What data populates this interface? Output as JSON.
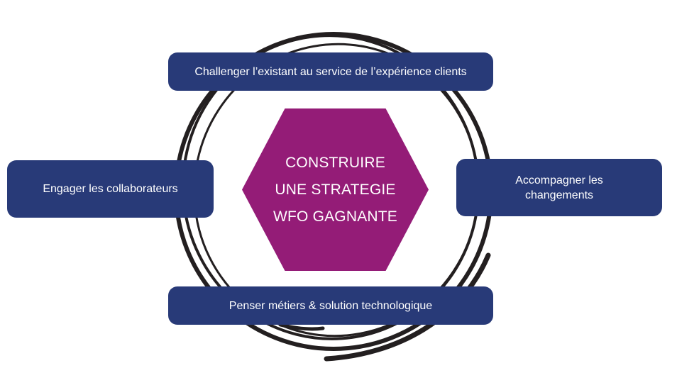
{
  "center": {
    "lines": [
      "CONSTRUIRE",
      "UNE STRATEGIE",
      "WFO GAGNANTE"
    ]
  },
  "boxes": {
    "top": {
      "label": "Challenger l’existant au service de l’expérience clients"
    },
    "left": {
      "label": "Engager les collaborateurs"
    },
    "right": {
      "lines": [
        "Accompagner les",
        "changements"
      ]
    },
    "bottom": {
      "label": "Penser métiers & solution technologique"
    }
  },
  "colors": {
    "box": "#283a78",
    "center": "#941c77",
    "swirl": "#231f20",
    "text": "#ffffff"
  }
}
